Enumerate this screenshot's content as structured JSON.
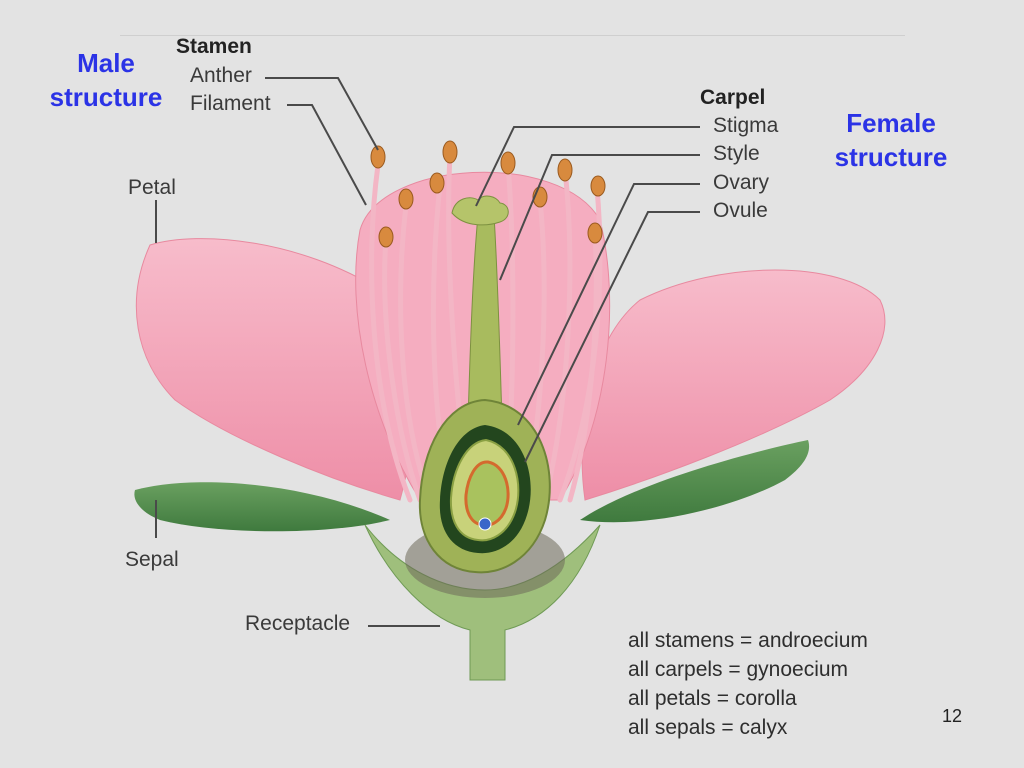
{
  "slide": {
    "page_number": "12",
    "headings": {
      "male": [
        "Male",
        "structure"
      ],
      "female": [
        "Female",
        "structure"
      ]
    },
    "labels": {
      "stamen": "Stamen",
      "anther": "Anther",
      "filament": "Filament",
      "carpel": "Carpel",
      "stigma": "Stigma",
      "style": "Style",
      "ovary": "Ovary",
      "ovule": "Ovule",
      "petal": "Petal",
      "sepal": "Sepal",
      "receptacle": "Receptacle"
    },
    "notes": [
      "all stamens = androecium",
      "all carpels = gynoecium",
      "all petals = corolla",
      "all sepals = calyx"
    ],
    "colors": {
      "heading_blue": "#2b33e6",
      "petal_pink": "#f4a3b8",
      "sepal_green": "#4f8a4c",
      "carpel_green": "#a8bb5e"
    }
  }
}
